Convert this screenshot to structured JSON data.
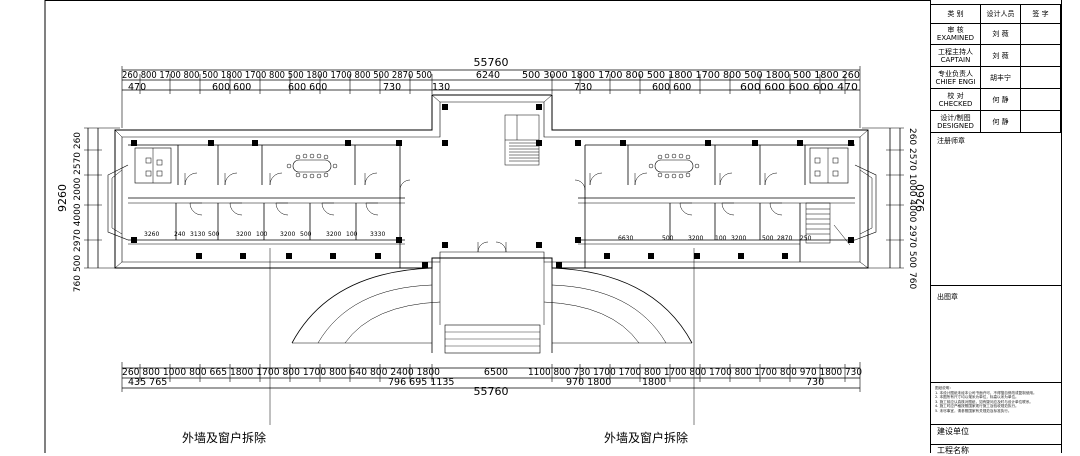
{
  "plan": {
    "overall_width_top": "55760",
    "overall_width_bottom": "55760",
    "overall_height_left": "9260",
    "overall_height_right": "9260",
    "top_dims_row1_left": "260 800 1700 800 500 1800 1700 800 500 1800 1700 800 500 2870 500",
    "top_dims_row1_mid": "6240",
    "top_dims_row1_right": "500 3000 1800 1700 800 500 1800 1700 800 500 1800 500 1800 260",
    "top_dims_row2_left": "470",
    "top_dims_row2_a": "600 600",
    "top_dims_row2_b": "600 600",
    "top_dims_row2_c": "730",
    "top_dims_row2_d": "130",
    "top_dims_row2_e": "730",
    "top_dims_row2_f": "600 600",
    "top_dims_row2_g": "600 600 600 600 470",
    "left_dims_vertical": "500 2970 4000 2000 2570 260",
    "left_dims_vertical2": "760",
    "right_dims_vertical": "260 2570 1000 4000 2970 500",
    "right_dims_vertical2": "760",
    "room_dims_left": [
      "3260",
      "240",
      "3130",
      "500",
      "3200",
      "100",
      "3200",
      "500",
      "3200",
      "100",
      "3330"
    ],
    "room_dims_right": [
      "6630",
      "500",
      "3200",
      "100",
      "3200",
      "500",
      "2870",
      "250"
    ],
    "bottom_dims_row1_left": "260 800 1000 800 665 1800 1700 800 1700 800 640 800 2400 1800",
    "bottom_dims_row1_mid": "6500",
    "bottom_dims_row1_right": "1100 800 730 1700 1700 800 1700 800 1700 800 1700 800 970 1800 730",
    "bottom_dims_row2_left": "435 765",
    "bottom_dims_row2_mid_a": "796 695 1135",
    "bottom_dims_row2_mid_b": "970 1800",
    "bottom_dims_row2_mid_c": "1800",
    "bottom_dims_row2_right": "730",
    "callout_left": "外墙及窗户拆除",
    "callout_right": "外墙及窗户拆除"
  },
  "titleblock": {
    "header": {
      "col1": "类    别",
      "col2": "设计人员",
      "col3": "签    字"
    },
    "rows": [
      {
        "label_cn": "审 核",
        "label_en": "EXAMINED",
        "name": "刘 薇"
      },
      {
        "label_cn": "工程主持人",
        "label_en": "CAPTAIN",
        "name": "刘 薇"
      },
      {
        "label_cn": "专业负责人",
        "label_en": "CHIEF ENGI",
        "name": "胡丰宁"
      },
      {
        "label_cn": "校 对",
        "label_en": "CHECKED",
        "name": "何 静"
      },
      {
        "label_cn": "设计/制图",
        "label_en": "DESIGNED",
        "name": "何 静"
      }
    ],
    "registered_seal": "注册师章",
    "drawing_seal": "出图章",
    "notes_title": "图纸说明：",
    "notes": [
      "1. 本设计图纸未经本公司书面许可，不得擅自修改或复制使用。",
      "2. 本图所有尺寸均以毫米为单位，标高以米为单位。",
      "3. 施工前应认真核对图纸，如有疑问应及时与设计单位联系。",
      "4. 施工时应严格按照国家现行施工及验收规范执行。",
      "5. 未尽事宜，请参照国家有关规范及标准执行。"
    ],
    "client_label": "建设单位",
    "project_label": "工程名称"
  }
}
